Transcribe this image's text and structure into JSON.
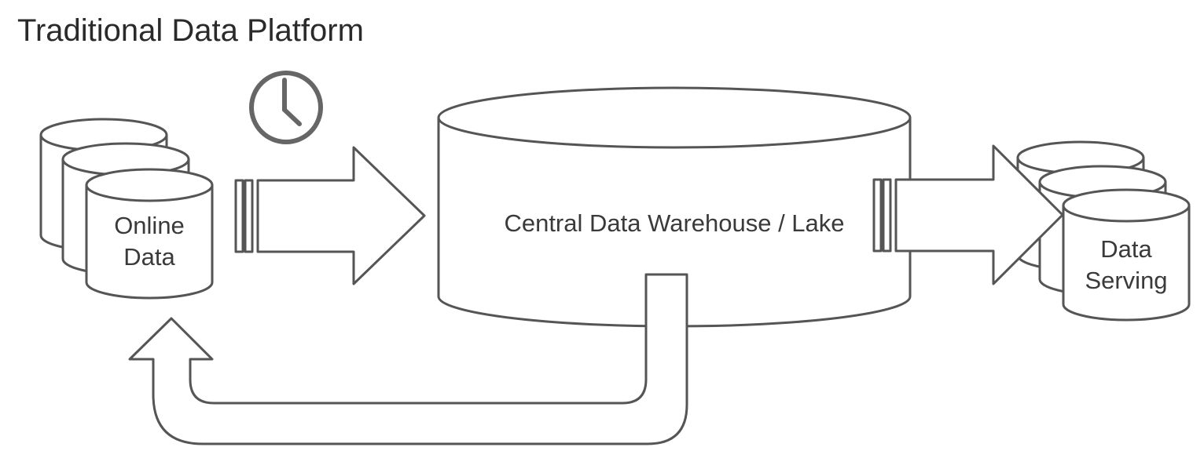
{
  "title": "Traditional Data Platform",
  "online_data": {
    "line1": "Online",
    "line2": "Data"
  },
  "warehouse": {
    "label": "Central Data Warehouse / Lake"
  },
  "data_serving": {
    "line1": "Data",
    "line2": "Serving"
  },
  "icons": {
    "schedule": "clock-icon"
  }
}
